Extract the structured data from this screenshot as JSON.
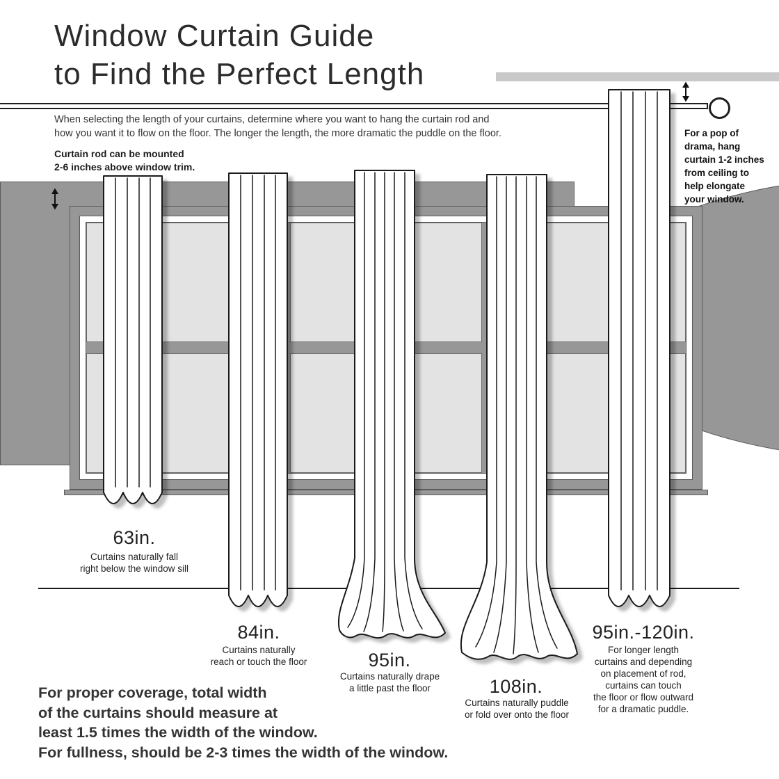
{
  "title": {
    "lines": [
      "Window Curtain Guide",
      "to Find the Perfect Length"
    ]
  },
  "intro": {
    "lines": [
      "When selecting the length of your curtains, determine where you want to hang the curtain rod and",
      "how you want it to flow on the floor. The longer the length, the more dramatic the puddle on the floor."
    ]
  },
  "rod_note": {
    "lines": [
      "Curtain rod can be mounted",
      "2-6 inches above window trim."
    ]
  },
  "ceiling_note": {
    "lines": [
      "For a pop of",
      "drama, hang",
      "curtain 1-2 inches",
      "from ceiling to",
      "help elongate",
      "your window."
    ]
  },
  "curtains": [
    {
      "id": "63in",
      "length_label": "63in.",
      "caption_lines": [
        "Curtains naturally fall",
        "right below the window sill"
      ]
    },
    {
      "id": "84in",
      "length_label": "84in.",
      "caption_lines": [
        "Curtains naturally",
        "reach or touch the floor"
      ]
    },
    {
      "id": "95in",
      "length_label": "95in.",
      "caption_lines": [
        "Curtains naturally drape",
        "a little past the floor"
      ]
    },
    {
      "id": "108in",
      "length_label": "108in.",
      "caption_lines": [
        "Curtains naturally puddle",
        "or fold over onto the floor"
      ]
    },
    {
      "id": "95-120in",
      "length_label": "95in.-120in.",
      "caption_lines": [
        "For longer length",
        "curtains and depending",
        "on placement of rod,",
        "curtains can touch",
        "the floor or flow outward",
        "for a dramatic puddle."
      ]
    }
  ],
  "coverage_note": {
    "lines": [
      "For proper coverage, total width",
      "of the curtains should measure at",
      "least 1.5 times the width of the window.",
      "For fullness, should be 2-3 times the width of the window."
    ]
  },
  "colors": {
    "frame_gray": "#979797",
    "pane_gray": "#e3e3e3",
    "ceiling_gray": "#c9c9c9",
    "outline_black": "#1a1a1a",
    "shadow_gray": "#c6c6c6"
  }
}
